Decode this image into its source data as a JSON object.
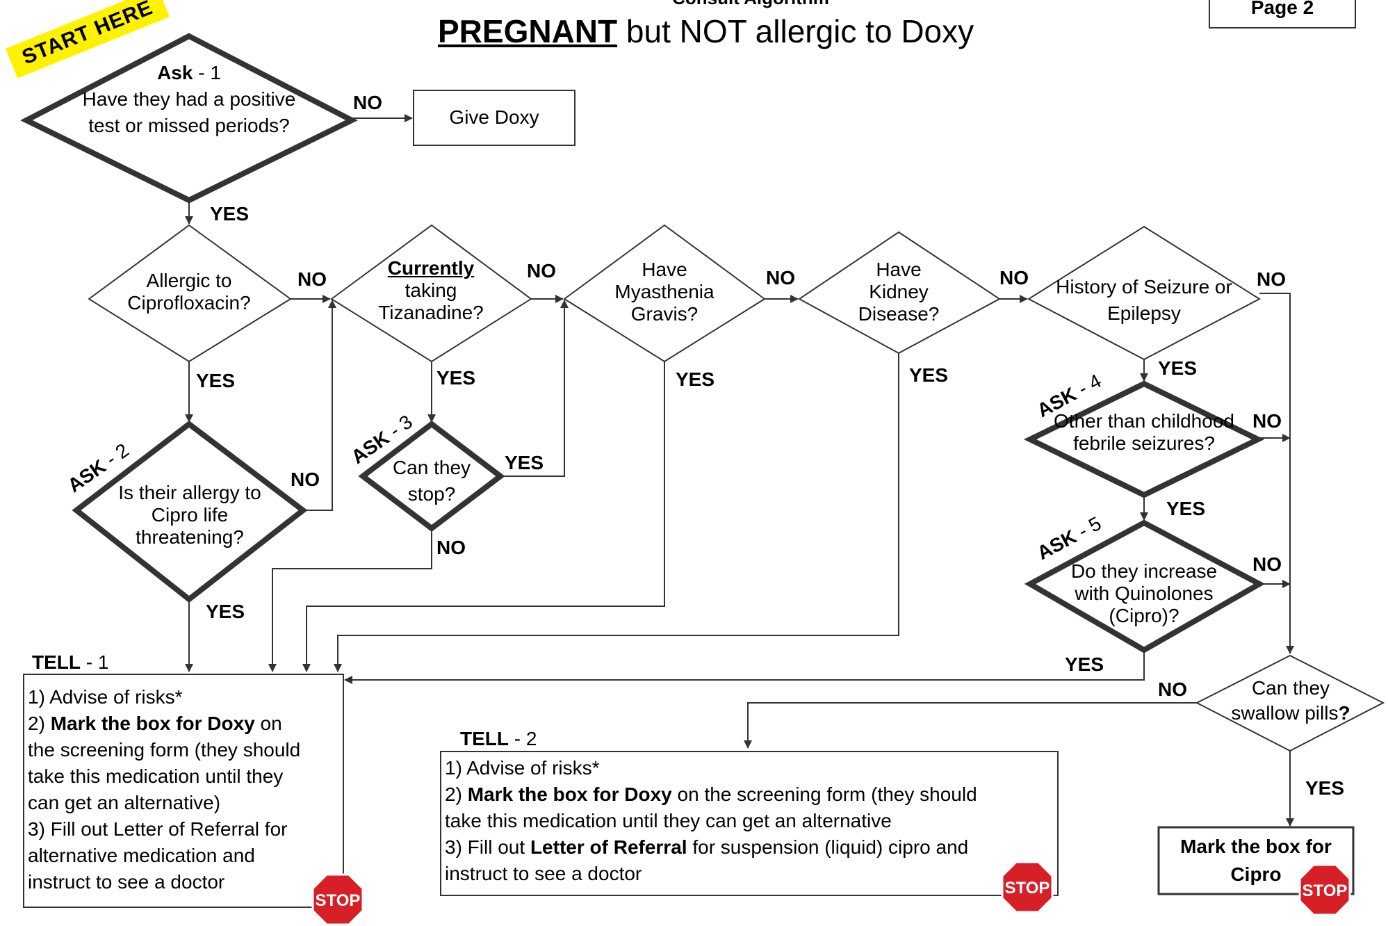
{
  "header": {
    "subtitle": "Consult Algorithm",
    "title_bold": "PREGNANT",
    "title_rest": " but NOT allergic to Doxy",
    "page_label": "Page 2"
  },
  "start_banner": "START HERE",
  "ask1": {
    "ask": "Ask",
    "num": " - 1",
    "question": "Have they had a positive test or missed periods?"
  },
  "give_doxy": "Give Doxy",
  "q_cipro": "Allergic to Ciprofloxacin?",
  "q_tiz_under": "Currently",
  "q_tiz_rest": "taking Tizanadine?",
  "q_mg": "Have Myasthenia Gravis?",
  "q_kidney": "Have Kidney Disease?",
  "q_seizure": "History of Seizure or Epilepsy",
  "ask2": {
    "tag": "ASK",
    "num": " - 2",
    "question": "Is their allergy to Cipro life threatening?"
  },
  "ask3": {
    "tag": "ASK",
    "num": " - 3",
    "question": "Can they stop?"
  },
  "ask4": {
    "tag": "ASK",
    "num": " - 4",
    "question": "Other than childhood febrile seizures?"
  },
  "ask5": {
    "tag": "ASK",
    "num": " - 5",
    "question": "Do they increase with Quinolones (Cipro)?"
  },
  "q_swallow_text": "Can they swallow pills",
  "q_swallow_mark": "?",
  "yes": "YES",
  "no": "NO",
  "tell1": {
    "title": "TELL",
    "num": " - 1",
    "l1": "1) Advise of risks*",
    "l2_pre": "2) ",
    "l2_bold": "Mark the box for Doxy",
    "l2_post": " on",
    "l3": "the screening form (they should",
    "l4": "take this medication until they",
    "l5": "can get an alternative)",
    "l6": "3) Fill out Letter of Referral for",
    "l7": "alternative medication and",
    "l8": "instruct to see a doctor"
  },
  "tell2": {
    "title": "TELL",
    "num": " - 2",
    "l1": "1) Advise of risks*",
    "l2_pre": "2) ",
    "l2_bold": "Mark the box for Doxy",
    "l2_post": " on the screening form (they should",
    "l3": "take this medication until they can get an alternative",
    "l4_pre": "3) Fill out ",
    "l4_bold": "Letter of Referral",
    "l4_post": " for suspension (liquid) cipro and",
    "l5": "instruct to see a doctor"
  },
  "mark_cipro": "Mark the box for Cipro",
  "stop_label": "STOP",
  "colors": {
    "banner": "#fff200",
    "stop": "#d61f26",
    "line": "#333333"
  }
}
